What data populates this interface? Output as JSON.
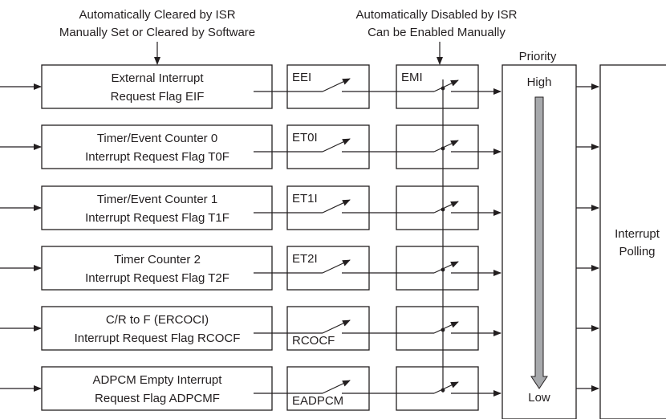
{
  "header": {
    "flag_note_1": "Automatically Cleared by ISR",
    "flag_note_2": "Manually Set or Cleared by Software",
    "emi_note_1": "Automatically Disabled by ISR",
    "emi_note_2": "Can be Enabled Manually"
  },
  "priority": {
    "title": "Priority",
    "high": "High",
    "low": "Low"
  },
  "polling": {
    "line1": "Interrupt",
    "line2": "Polling"
  },
  "master_switch_label": "EMI",
  "sources": [
    {
      "line1": "External Interrupt",
      "line2": "Request Flag EIF",
      "enable": "EEI"
    },
    {
      "line1": "Timer/Event Counter 0",
      "line2": "Interrupt Request Flag T0F",
      "enable": "ET0I"
    },
    {
      "line1": "Timer/Event Counter 1",
      "line2": "Interrupt Request Flag T1F",
      "enable": "ET1I"
    },
    {
      "line1": "Timer Counter 2",
      "line2": "Interrupt Request Flag T2F",
      "enable": "ET2I"
    },
    {
      "line1": "C/R to F (ERCOCI)",
      "line2": "Interrupt Request Flag RCOCF",
      "enable": "RCOCF"
    },
    {
      "line1": "ADPCM Empty Interrupt",
      "line2": "Request Flag ADPCMF",
      "enable": "EADPCM"
    }
  ],
  "colors": {
    "line": "#231f20",
    "priority_arrow_fill": "#a7a9ac"
  }
}
